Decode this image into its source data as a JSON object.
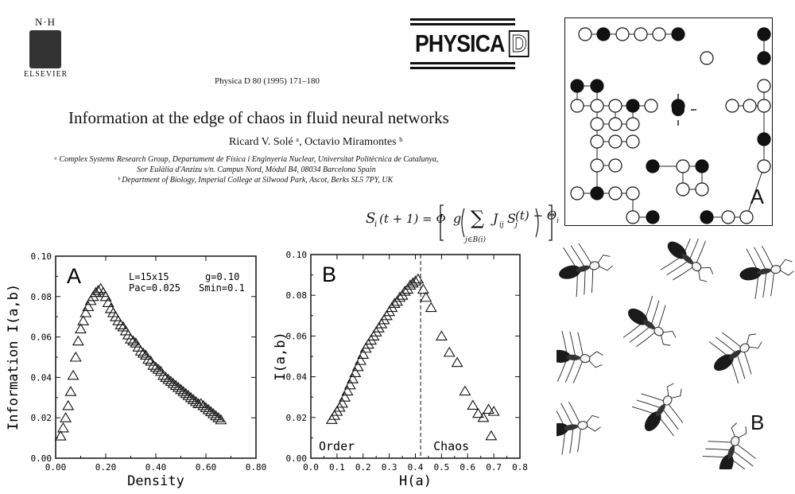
{
  "header": {
    "publisher_monogram": "N·H",
    "publisher_name": "ELSEVIER",
    "citation": "Physica D 80 (1995) 171–180",
    "journal_word": "PHYSICA",
    "journal_letter": "D"
  },
  "article": {
    "title": "Information at the edge of chaos in fluid neural networks",
    "authors": "Ricard V. Solé ᵃ, Octavio Miramontes ᵇ",
    "affiliations": [
      "ᵃ Complex Systems Research Group, Departament de Física i Enginyeria Nuclear, Universitat Politècnica de Catalunya,",
      "Sor Eulàlia d'Anzizu s/n. Campus Nord, Mòdul B4, 08034 Barcelona Spain",
      "ᵇ Department of Biology, Imperial College at Silwood Park, Ascot, Berks SL5 7PY, UK"
    ],
    "equation_lhs": "S",
    "equation_lhs_sub": "i",
    "equation_arg": "(t + 1) = Φ",
    "equation_g": "g",
    "equation_term": "J",
    "equation_term_sub": "ij",
    "equation_term2": "S",
    "equation_term2_sub": "j",
    "equation_term2_arg": "(t) − Θ",
    "equation_theta_sub": "i",
    "equation_sum_limits": "j∈B(i)"
  },
  "figures": {
    "lattice_label": "A",
    "ants_label": "B"
  },
  "chart_data": [
    {
      "type": "scatter",
      "panel_label": "A",
      "xlabel": "Density",
      "ylabel": "Information  I(a,b)",
      "xlim": [
        0.0,
        0.8
      ],
      "ylim": [
        0.0,
        0.1
      ],
      "xticks": [
        "0.00",
        "0.20",
        "0.40",
        "0.60",
        "0.80"
      ],
      "yticks": [
        "0.00",
        "0.02",
        "0.04",
        "0.06",
        "0.08",
        "0.10"
      ],
      "annotations": [
        "L=15x15",
        "g=0.10",
        "Pac=0.025",
        "Smin=0.1"
      ],
      "marker": "open-triangle",
      "x": [
        0.02,
        0.03,
        0.04,
        0.05,
        0.06,
        0.07,
        0.08,
        0.09,
        0.1,
        0.11,
        0.12,
        0.13,
        0.14,
        0.15,
        0.16,
        0.17,
        0.18,
        0.19,
        0.2,
        0.21,
        0.22,
        0.23,
        0.24,
        0.25,
        0.26,
        0.27,
        0.28,
        0.29,
        0.3,
        0.31,
        0.32,
        0.33,
        0.34,
        0.35,
        0.36,
        0.37,
        0.38,
        0.39,
        0.4,
        0.41,
        0.42,
        0.43,
        0.44,
        0.45,
        0.46,
        0.47,
        0.48,
        0.49,
        0.5,
        0.51,
        0.52,
        0.53,
        0.54,
        0.55,
        0.56,
        0.57,
        0.58,
        0.59,
        0.6,
        0.61,
        0.62,
        0.63,
        0.64,
        0.65,
        0.66
      ],
      "y": [
        0.011,
        0.015,
        0.02,
        0.026,
        0.033,
        0.041,
        0.05,
        0.058,
        0.064,
        0.068,
        0.072,
        0.075,
        0.078,
        0.08,
        0.082,
        0.083,
        0.084,
        0.082,
        0.08,
        0.077,
        0.074,
        0.072,
        0.07,
        0.068,
        0.066,
        0.065,
        0.063,
        0.061,
        0.059,
        0.058,
        0.057,
        0.055,
        0.053,
        0.052,
        0.051,
        0.049,
        0.048,
        0.046,
        0.045,
        0.044,
        0.043,
        0.041,
        0.04,
        0.039,
        0.038,
        0.037,
        0.036,
        0.035,
        0.034,
        0.033,
        0.032,
        0.031,
        0.03,
        0.029,
        0.028,
        0.027,
        0.027,
        0.026,
        0.025,
        0.024,
        0.023,
        0.022,
        0.021,
        0.02,
        0.019
      ]
    },
    {
      "type": "scatter",
      "panel_label": "B",
      "xlabel": "H(a)",
      "ylabel": "I(a,b)",
      "xlim": [
        0.0,
        0.8
      ],
      "ylim": [
        0.0,
        0.1
      ],
      "xticks": [
        "0.0",
        "0.1",
        "0.2",
        "0.3",
        "0.4",
        "0.5",
        "0.6",
        "0.7",
        "0.8"
      ],
      "yticks": [
        "0.00",
        "0.02",
        "0.04",
        "0.06",
        "0.08",
        "0.10"
      ],
      "threshold_x": 0.42,
      "region_labels": [
        "Order",
        "Chaos"
      ],
      "marker": "open-triangle",
      "x": [
        0.08,
        0.09,
        0.1,
        0.11,
        0.12,
        0.13,
        0.14,
        0.15,
        0.16,
        0.17,
        0.18,
        0.19,
        0.2,
        0.21,
        0.22,
        0.23,
        0.24,
        0.25,
        0.26,
        0.27,
        0.28,
        0.29,
        0.3,
        0.31,
        0.32,
        0.33,
        0.34,
        0.35,
        0.36,
        0.37,
        0.38,
        0.39,
        0.4,
        0.41,
        0.43,
        0.44,
        0.46,
        0.5,
        0.53,
        0.56,
        0.59,
        0.62,
        0.64,
        0.66,
        0.68,
        0.7,
        0.69
      ],
      "y": [
        0.019,
        0.021,
        0.023,
        0.025,
        0.027,
        0.03,
        0.033,
        0.036,
        0.039,
        0.042,
        0.045,
        0.048,
        0.051,
        0.054,
        0.056,
        0.058,
        0.06,
        0.062,
        0.064,
        0.066,
        0.068,
        0.07,
        0.072,
        0.074,
        0.076,
        0.077,
        0.079,
        0.08,
        0.082,
        0.083,
        0.085,
        0.086,
        0.087,
        0.088,
        0.083,
        0.079,
        0.074,
        0.06,
        0.052,
        0.047,
        0.033,
        0.026,
        0.022,
        0.02,
        0.024,
        0.023,
        0.011
      ]
    }
  ]
}
